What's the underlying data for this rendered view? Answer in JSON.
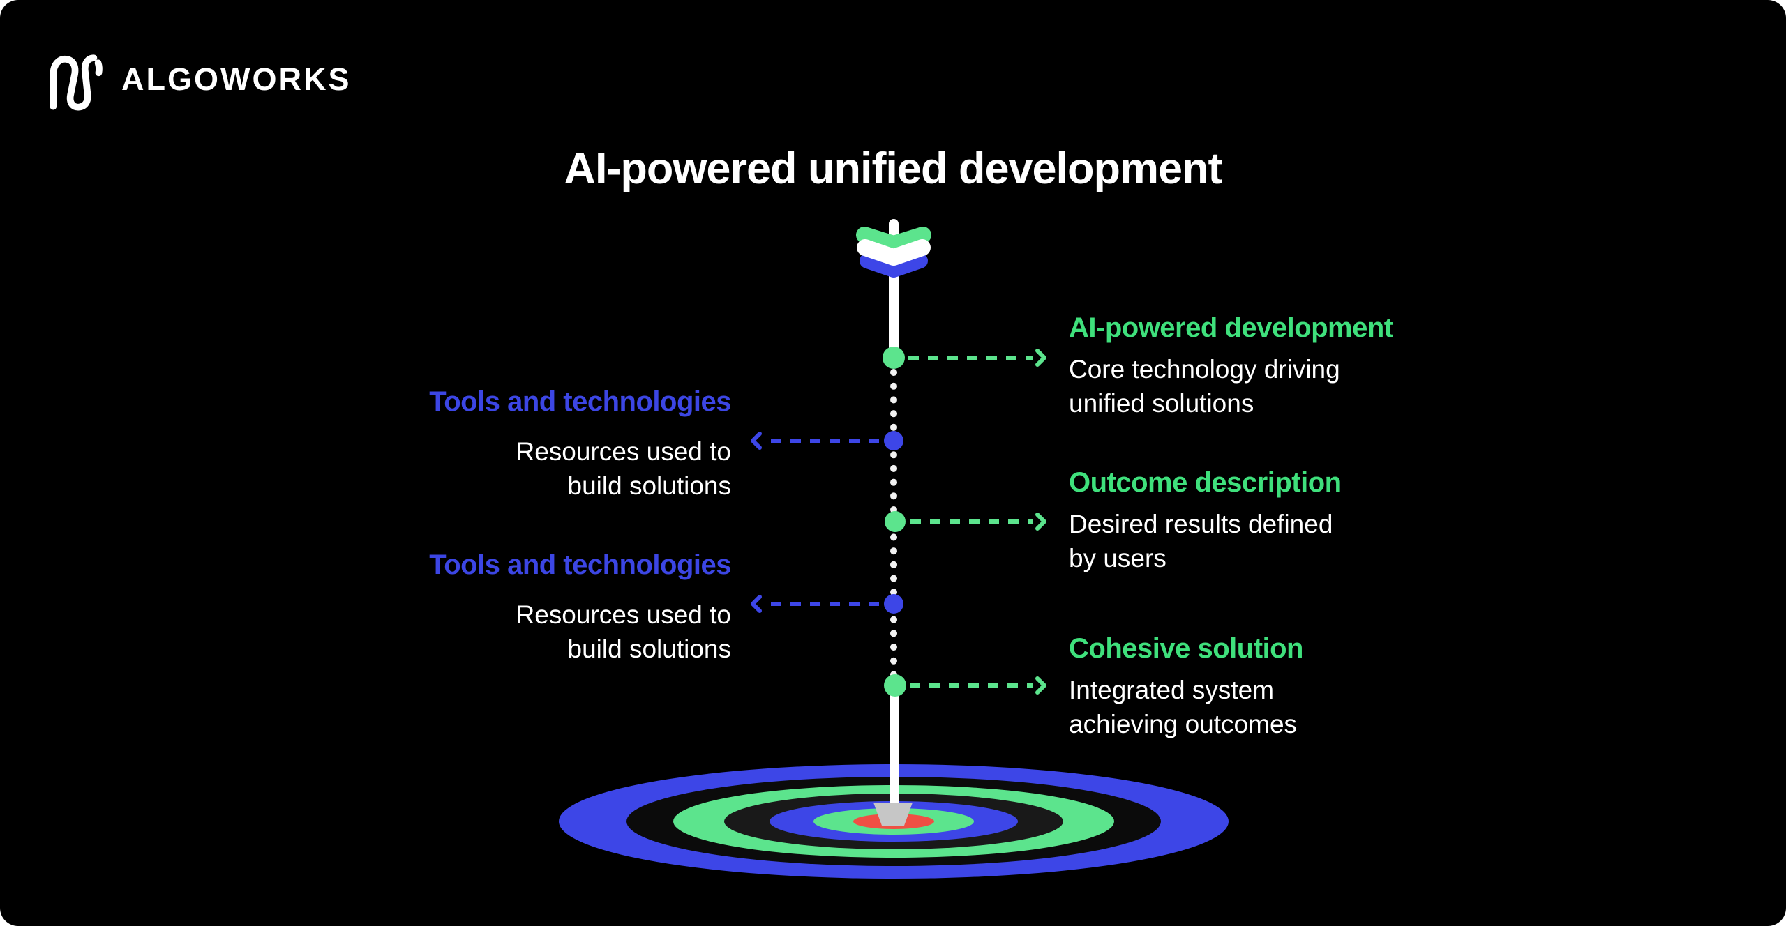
{
  "title": "AI-powered unified development",
  "logo": {
    "wordmark": "ALGOWORKS",
    "icon": "algoworks-mark-icon"
  },
  "colors": {
    "background": "#000000",
    "text_green": "#3FE07C",
    "text_blue": "#3C46E4",
    "graphic_green": "#5CE48D",
    "graphic_blue": "#3D46E7",
    "target_red": "#EF4F44",
    "target_gap_dark": "#0b0b0b",
    "target_gap_light": "#191919",
    "dart_white": "#FFFFFF",
    "dart_tip_gray": "#C6C6C6",
    "body_text": "#FFFFFF"
  },
  "left_labels": [
    {
      "heading": "Tools and technologies",
      "body_lines": [
        "Resources used to",
        "build solutions"
      ]
    },
    {
      "heading": "Tools and technologies",
      "body_lines": [
        "Resources used to",
        "build solutions"
      ]
    }
  ],
  "right_labels": [
    {
      "heading": "AI-powered development",
      "body_lines": [
        "Core technology driving",
        "unified solutions"
      ]
    },
    {
      "heading": "Outcome description",
      "body_lines": [
        "Desired results defined",
        "by users"
      ]
    },
    {
      "heading": "Cohesive solution",
      "body_lines": [
        "Integrated system",
        "achieving outcomes"
      ]
    }
  ]
}
